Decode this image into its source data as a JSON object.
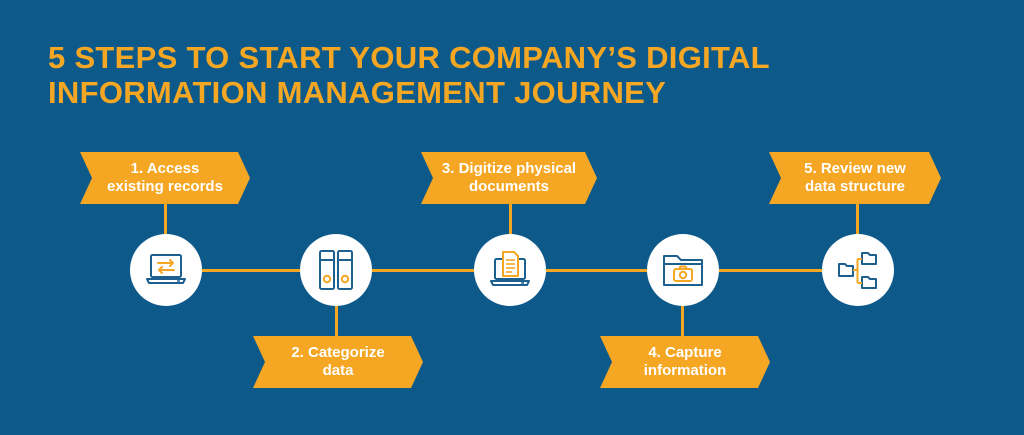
{
  "title": {
    "line1": "5 STEPS TO START YOUR COMPANY’S DIGITAL",
    "line2": "INFORMATION MANAGEMENT JOURNEY"
  },
  "steps": [
    {
      "label": "1. Access\nexisting records",
      "icon": "laptop-transfer-icon"
    },
    {
      "label": "2. Categorize\ndata",
      "icon": "binders-icon"
    },
    {
      "label": "3. Digitize physical\ndocuments",
      "icon": "laptop-document-icon"
    },
    {
      "label": "4. Capture\ninformation",
      "icon": "folder-camera-icon"
    },
    {
      "label": "5. Review new\ndata structure",
      "icon": "folder-tree-icon"
    }
  ],
  "colors": {
    "background": "#0d5a8a",
    "accent": "#f5a623",
    "icon_stroke": "#1d5f8f"
  }
}
